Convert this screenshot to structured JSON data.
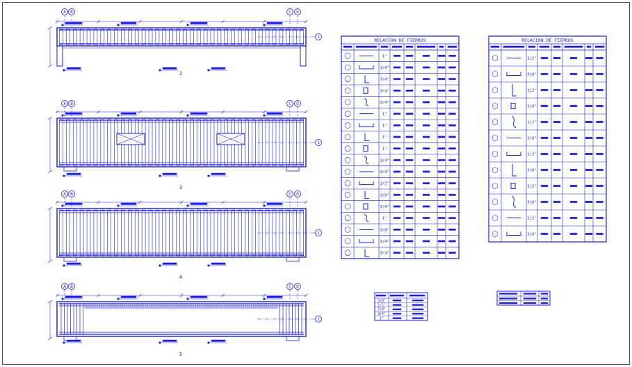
{
  "colors": {
    "ink": "#1a1aff",
    "frame": "#555555",
    "background": "#ffffff"
  },
  "axes": {
    "left_a": "A",
    "left_b": "B",
    "right_c": "C",
    "right_d": "D",
    "side": "1"
  },
  "elevations": [
    {
      "id": "e1",
      "label": "2"
    },
    {
      "id": "e2",
      "label": "3"
    },
    {
      "id": "e3",
      "label": "4"
    },
    {
      "id": "e4",
      "label": "5"
    }
  ],
  "table_left": {
    "title": "RELACION DE FIERROS",
    "rows": [
      {
        "dia": "1\""
      },
      {
        "dia": "3/4\""
      },
      {
        "dia": "3/4\""
      },
      {
        "dia": "3/4\""
      },
      {
        "dia": "3/4\""
      },
      {
        "dia": "1\""
      },
      {
        "dia": "1\""
      },
      {
        "dia": "1\""
      },
      {
        "dia": "1\""
      },
      {
        "dia": "3/4\""
      },
      {
        "dia": "3/4\""
      },
      {
        "dia": "1/2\""
      },
      {
        "dia": "3/8\""
      },
      {
        "dia": "3/4\""
      },
      {
        "dia": "1\""
      },
      {
        "dia": "3/8\""
      },
      {
        "dia": "3/4\""
      },
      {
        "dia": "3/4\""
      }
    ]
  },
  "table_right": {
    "title": "RELACION DE FIERROS",
    "rows": [
      {
        "dia": "1/2\""
      },
      {
        "dia": "3/8\""
      },
      {
        "dia": "1/2\""
      },
      {
        "dia": "3/8\""
      },
      {
        "dia": "1/2\""
      },
      {
        "dia": "3/8\""
      },
      {
        "dia": "1/2\""
      },
      {
        "dia": "3/8\""
      },
      {
        "dia": "1/2\""
      },
      {
        "dia": "3/8\""
      },
      {
        "dia": "1/2\""
      },
      {
        "dia": "3/8\""
      }
    ]
  },
  "summary_steel": {
    "rows": [
      {
        "dia": "3/8\""
      },
      {
        "dia": "1/2\""
      },
      {
        "dia": "5/8\""
      },
      {
        "dia": "3/4\""
      },
      {
        "dia": "1\""
      }
    ]
  }
}
